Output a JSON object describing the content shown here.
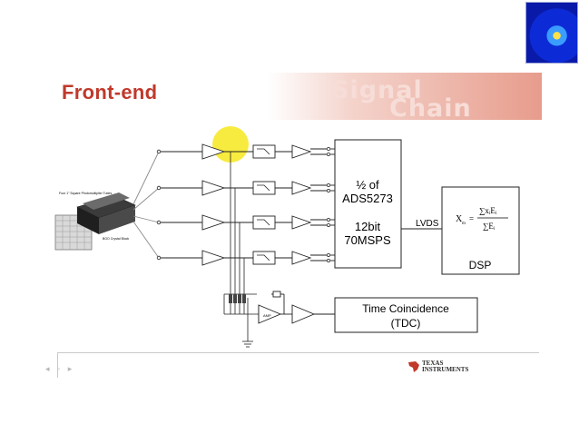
{
  "slide": {
    "title": "Front-end",
    "watermark_line1": "Signal",
    "watermark_line2": "Chain"
  },
  "diagram": {
    "adc": {
      "line1": "½ of",
      "line2": "ADS5273",
      "line3": "12bit",
      "line4": "70MSPS"
    },
    "link_label": "LVDS",
    "dsp": {
      "label": "DSP",
      "formula_lhs": "X",
      "formula_sub": "m",
      "formula_eq": "=",
      "numerator": "∑xᵢEᵢ",
      "denominator": "∑Eᵢ"
    },
    "tdc": {
      "line1": "Time Coincidence",
      "line2": "(TDC)"
    },
    "pmt_caption": "Four 1\" Square Photomultiplier Tubes",
    "crystal_caption": "BGO Crystal Block"
  },
  "footer": {
    "icons": "◂ ◦ ▸",
    "brand_line1": "TEXAS",
    "brand_line2": "INSTRUMENTS"
  },
  "colors": {
    "title": "#c0392b",
    "cursor_highlight": "#f5e400"
  }
}
